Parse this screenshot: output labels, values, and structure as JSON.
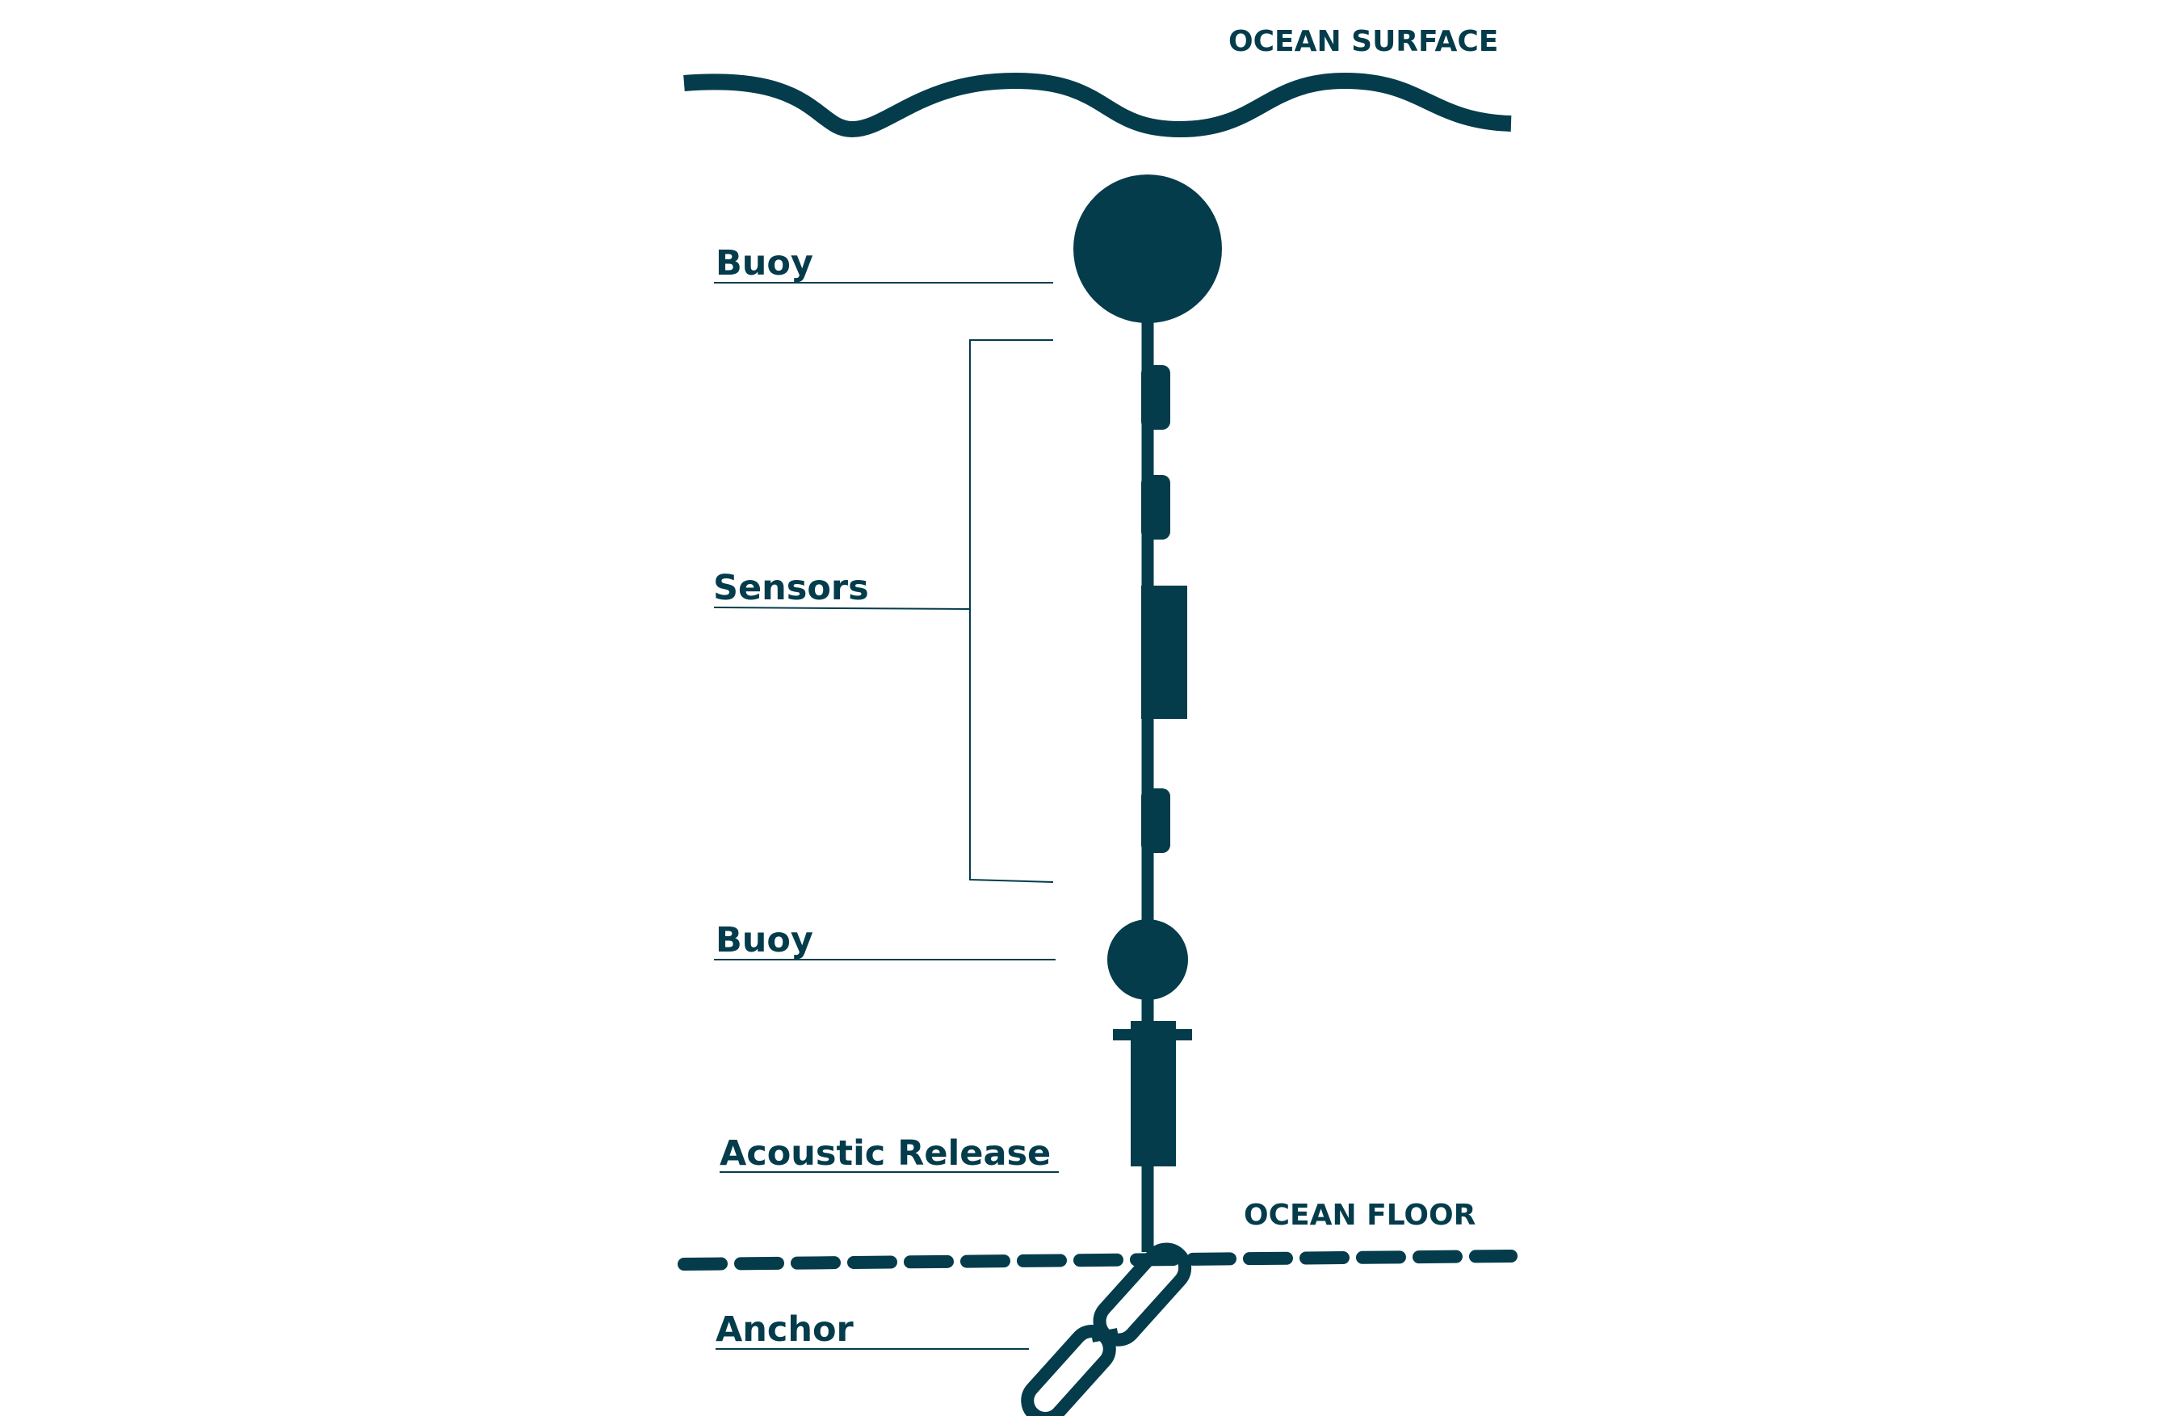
{
  "colors": {
    "ink": "#043c4c",
    "background": "#ffffff"
  },
  "labels": {
    "ocean_surface": "OCEAN SURFACE",
    "ocean_floor": "OCEAN FLOOR",
    "buoy_top": "Buoy",
    "sensors": "Sensors",
    "buoy_bottom": "Buoy",
    "acoustic_release": "Acoustic Release",
    "anchor": "Anchor"
  }
}
